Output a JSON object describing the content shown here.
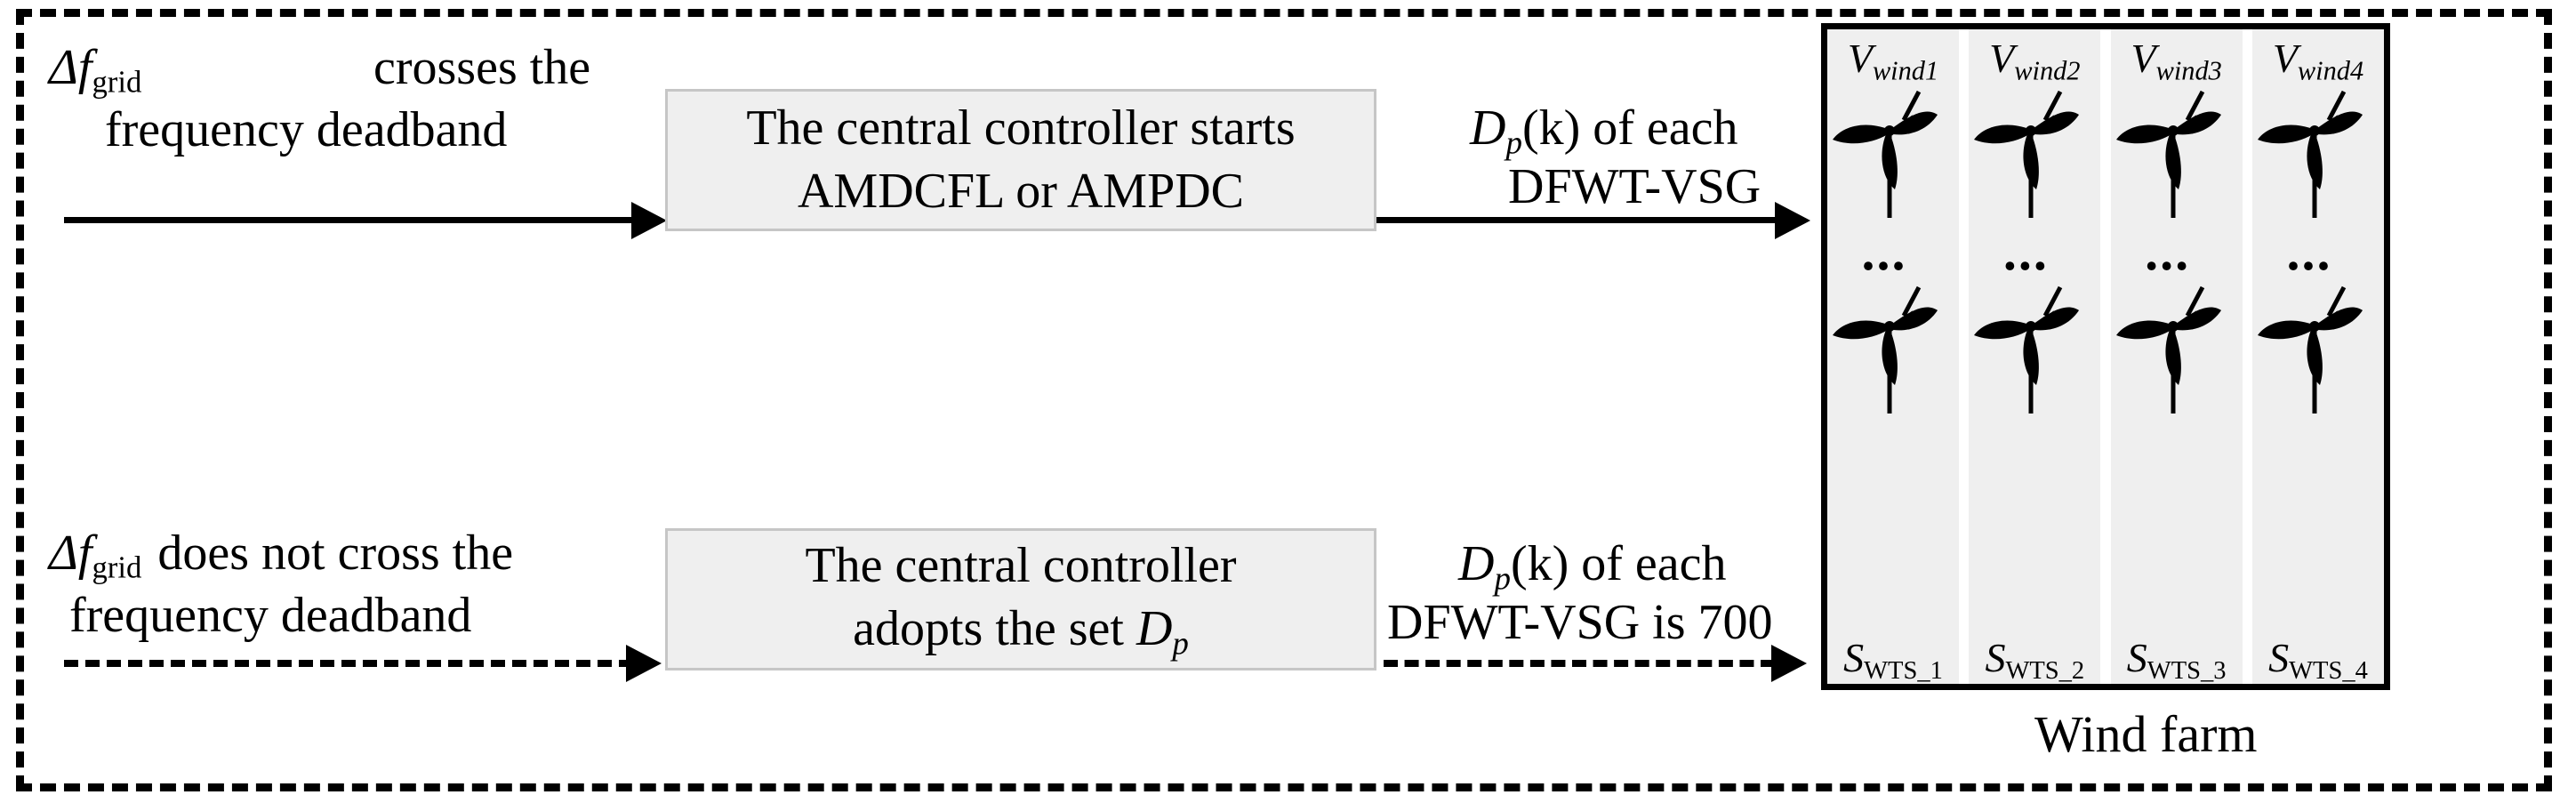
{
  "diagram": {
    "title_caption": "Wind farm",
    "colors": {
      "box_fill": "#efefef",
      "box_border": "#c6c6c6",
      "stroke": "#000000",
      "background": "#ffffff"
    },
    "branches": [
      {
        "id": "upper",
        "condition_line1": "Δf",
        "condition_sub1": "grid",
        "condition_rest1": "crosses the",
        "condition_line2": "frequency deadband",
        "arrow_style": "solid",
        "process_line1": "The central controller starts",
        "process_line2": "AMDCFL or AMPDC",
        "output_line1_math": "D",
        "output_line1_sub": "p",
        "output_line1_rest": "(k) of each",
        "output_line2": "DFWT-VSG",
        "output_arrow_style": "solid"
      },
      {
        "id": "lower",
        "condition_line1": "Δf",
        "condition_sub1": "grid",
        "condition_rest1": "does not cross the",
        "condition_line2": "frequency deadband",
        "arrow_style": "dashed",
        "process_line1": "The central controller",
        "process_line2_prefix": "adopts the set ",
        "process_line2_math": "D",
        "process_line2_sub": "p",
        "output_line1_math": "D",
        "output_line1_sub": "p",
        "output_line1_rest": "(k) of each",
        "output_line2": "DFWT-VSG is 700",
        "output_arrow_style": "dashed"
      }
    ],
    "wind_farm": {
      "caption": "Wind farm",
      "ellipsis": "...",
      "columns": [
        {
          "top_symbol": "V",
          "top_sub": "wind1",
          "bottom_symbol": "S",
          "bottom_sub": "WTS_1"
        },
        {
          "top_symbol": "V",
          "top_sub": "wind2",
          "bottom_symbol": "S",
          "bottom_sub": "WTS_2"
        },
        {
          "top_symbol": "V",
          "top_sub": "wind3",
          "bottom_symbol": "S",
          "bottom_sub": "WTS_3"
        },
        {
          "top_symbol": "V",
          "top_sub": "wind4",
          "bottom_symbol": "S",
          "bottom_sub": "WTS_4"
        }
      ]
    }
  }
}
